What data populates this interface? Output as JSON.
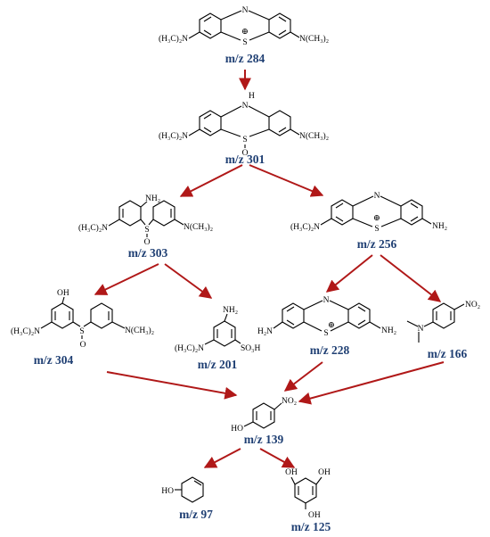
{
  "colors": {
    "label": "#1f3f73",
    "arrow": "#b01818",
    "bond": "#000000"
  },
  "compounds": {
    "c284": {
      "mz": "m/z 284",
      "left_group": "(H₃C)₂N",
      "right_group": "N(CH₃)₂",
      "n_atom": "N",
      "s_atom": "S",
      "charge": "⊕"
    },
    "c301": {
      "mz": "m/z 301",
      "left_group": "(H₃C)₂N",
      "right_group": "N(CH₃)₂",
      "nh_atom": "H",
      "n_atom": "N",
      "s_atom": "S",
      "o_atom": "O"
    },
    "c303": {
      "mz": "m/z 303",
      "left_group": "(H₃C)₂N",
      "right_group": "N(CH₃)₂",
      "nh2": "NH₂",
      "s_atom": "S",
      "o_atom": "O"
    },
    "c256": {
      "mz": "m/z 256",
      "left_group": "(H₃C)₂N",
      "right_group": "NH₂",
      "n_atom": "N",
      "s_atom": "S",
      "charge": "⊕"
    },
    "c304": {
      "mz": "m/z 304",
      "left_group": "(H₃C)₂N",
      "right_group": "N(CH₃)₂",
      "oh": "OH",
      "s_atom": "S",
      "o_atom": "O"
    },
    "c201": {
      "mz": "m/z 201",
      "left_group": "(H₃C)₂N",
      "nh2": "NH₂",
      "so3h": "SO₃H"
    },
    "c228": {
      "mz": "m/z 228",
      "left_group": "H₂N",
      "right_group": "NH₂",
      "n_atom": "N",
      "s_atom": "S",
      "charge": "⊕"
    },
    "c166": {
      "mz": "m/z 166",
      "no2": "NO₂",
      "n_atom": "N"
    },
    "c139": {
      "mz": "m/z 139",
      "ho": "HO",
      "no2": "NO₂"
    },
    "c97": {
      "mz": "m/z 97",
      "ho": "HO"
    },
    "c125": {
      "mz": "m/z 125",
      "oh_top_left": "OH",
      "oh_top_right": "OH",
      "oh_bottom": "OH"
    }
  }
}
